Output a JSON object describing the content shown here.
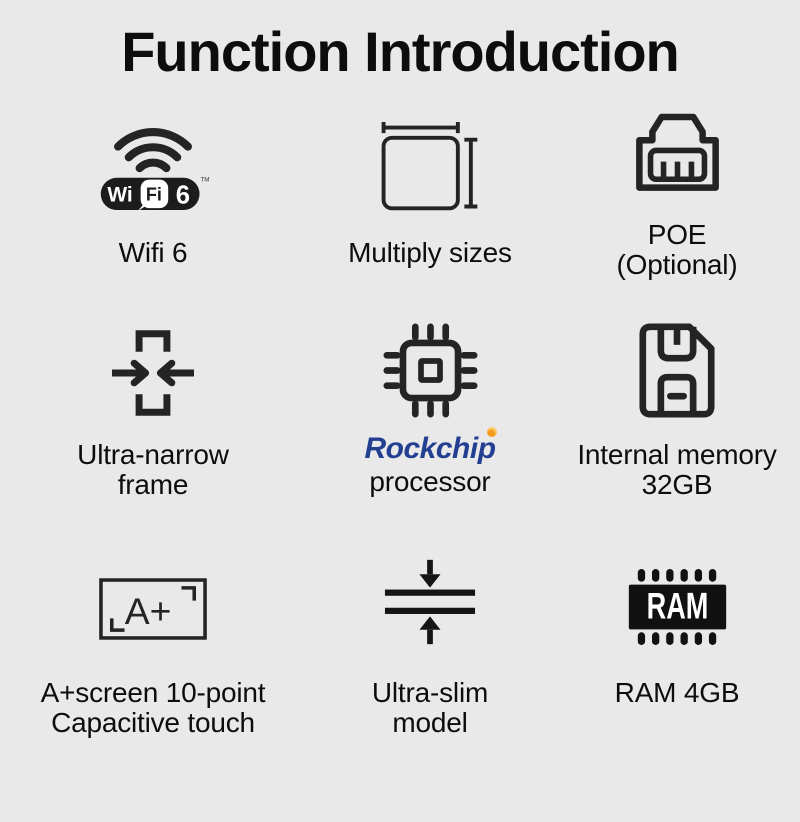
{
  "title": "Function Introduction",
  "colors": {
    "background": "#e9e9e9",
    "icon": "#242424",
    "text": "#0d0d0d",
    "rockchip_blue": "#233f92",
    "rockchip_orange": "#f29b1d",
    "wifi_badge_black": "#1c1c1c",
    "ram_body_black": "#111111"
  },
  "cells": [
    {
      "icon": "wifi6-icon",
      "line1": "Wifi 6",
      "line2": ""
    },
    {
      "icon": "multiple-sizes-icon",
      "line1": "Multiply sizes",
      "line2": ""
    },
    {
      "icon": "poe-port-icon",
      "line1": "POE",
      "line2": "(Optional)"
    },
    {
      "icon": "ultra-narrow-frame-icon",
      "line1": "Ultra-narrow",
      "line2": "frame"
    },
    {
      "icon": "rockchip-processor-icon",
      "logo": "Rockchip",
      "line1": "processor",
      "line2": ""
    },
    {
      "icon": "internal-memory-icon",
      "line1": "Internal memory",
      "line2": "32GB"
    },
    {
      "icon": "a-plus-screen-icon",
      "line1": "A+screen 10-point",
      "line2": "Capacitive touch"
    },
    {
      "icon": "ultra-slim-icon",
      "line1": "Ultra-slim",
      "line2": "model"
    },
    {
      "icon": "ram-chip-icon",
      "line1": "RAM 4GB",
      "line2": ""
    }
  ],
  "wifi_badge": {
    "wi": "Wi",
    "fi": "Fi",
    "six": "6",
    "tm": "TM"
  },
  "a_plus_screen_text": "A+",
  "ram_chip_text": "RAM"
}
